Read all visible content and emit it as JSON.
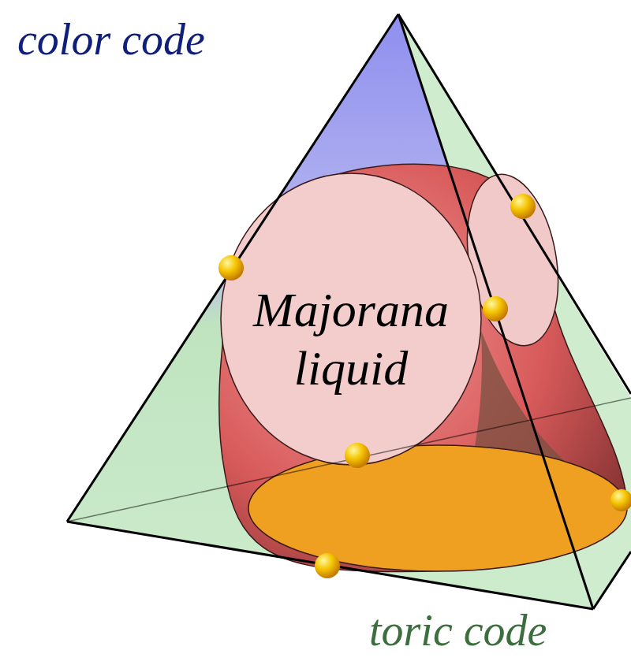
{
  "diagram": {
    "nodes": [
      {
        "text": [
          "Majorana liquid"
        ]
      }
    ],
    "labels": [
      "color code",
      "toric code"
    ]
  }
}
